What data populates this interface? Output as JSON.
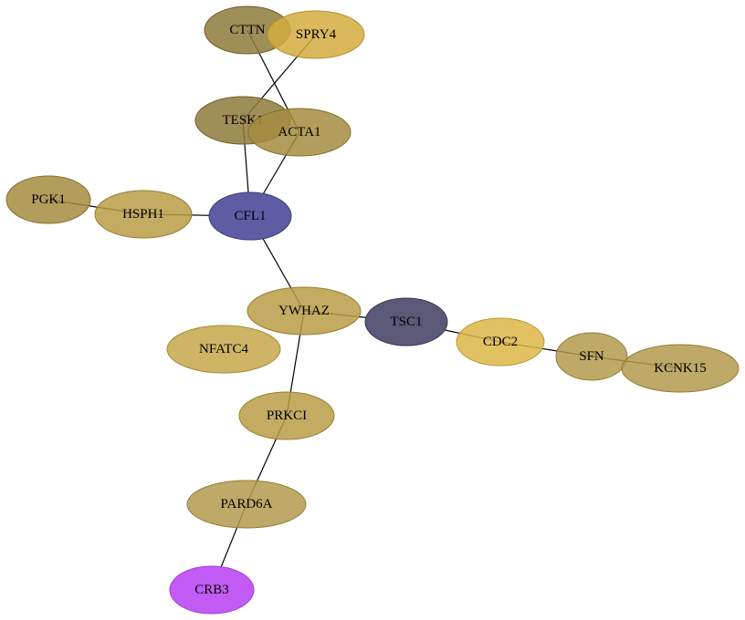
{
  "nodes": [
    {
      "id": "CTTN",
      "label": "CTTN",
      "fill": "#8f7a3c",
      "stroke": "#6e5d2a",
      "opacity": 0.85
    },
    {
      "id": "SPRY4",
      "label": "SPRY4",
      "fill": "#d4ac3e",
      "stroke": "#b5912c",
      "opacity": 0.85
    },
    {
      "id": "TESK1",
      "label": "TESK1",
      "fill": "#8f7a3c",
      "stroke": "#6e5d2a",
      "opacity": 0.85
    },
    {
      "id": "ACTA1",
      "label": "ACTA1",
      "fill": "#a58c3f",
      "stroke": "#857030",
      "opacity": 0.85
    },
    {
      "id": "PGK1",
      "label": "PGK1",
      "fill": "#a58c3f",
      "stroke": "#857030",
      "opacity": 0.85
    },
    {
      "id": "HSPH1",
      "label": "HSPH1",
      "fill": "#b89c46",
      "stroke": "#977e33",
      "opacity": 0.85
    },
    {
      "id": "CFL1",
      "label": "CFL1",
      "fill": "#5e5ca3",
      "stroke": "#3c3a7a",
      "opacity": 1
    },
    {
      "id": "YWHAZ",
      "label": "YWHAZ",
      "fill": "#b89c46",
      "stroke": "#977e33",
      "opacity": 0.85
    },
    {
      "id": "TSC1",
      "label": "TSC1",
      "fill": "#5b5878",
      "stroke": "#3a3856",
      "opacity": 1
    },
    {
      "id": "CDC2",
      "label": "CDC2",
      "fill": "#dcb647",
      "stroke": "#bb9834",
      "opacity": 0.85
    },
    {
      "id": "SFN",
      "label": "SFN",
      "fill": "#b39a4e",
      "stroke": "#927d38",
      "opacity": 0.85
    },
    {
      "id": "KCNK15",
      "label": "KCNK15",
      "fill": "#b39a4e",
      "stroke": "#927d38",
      "opacity": 0.85
    },
    {
      "id": "NFATC4",
      "label": "NFATC4",
      "fill": "#c4a84a",
      "stroke": "#a38a36",
      "opacity": 0.85
    },
    {
      "id": "PRKCI",
      "label": "PRKCI",
      "fill": "#b89c46",
      "stroke": "#977e33",
      "opacity": 0.85
    },
    {
      "id": "PARD6A",
      "label": "PARD6A",
      "fill": "#b39a4e",
      "stroke": "#927d38",
      "opacity": 0.85
    },
    {
      "id": "CRB3",
      "label": "CRB3",
      "fill": "#c25cf5",
      "stroke": "#a23ad8",
      "opacity": 1
    }
  ],
  "edges": [
    [
      "CTTN",
      "ACTA1"
    ],
    [
      "SPRY4",
      "TESK1"
    ],
    [
      "TESK1",
      "CFL1"
    ],
    [
      "ACTA1",
      "CFL1"
    ],
    [
      "PGK1",
      "HSPH1"
    ],
    [
      "HSPH1",
      "CFL1"
    ],
    [
      "CFL1",
      "YWHAZ"
    ],
    [
      "YWHAZ",
      "TSC1"
    ],
    [
      "TSC1",
      "CDC2"
    ],
    [
      "CDC2",
      "SFN"
    ],
    [
      "SFN",
      "KCNK15"
    ],
    [
      "YWHAZ",
      "PRKCI"
    ],
    [
      "PRKCI",
      "PARD6A"
    ],
    [
      "PARD6A",
      "CRB3"
    ]
  ]
}
